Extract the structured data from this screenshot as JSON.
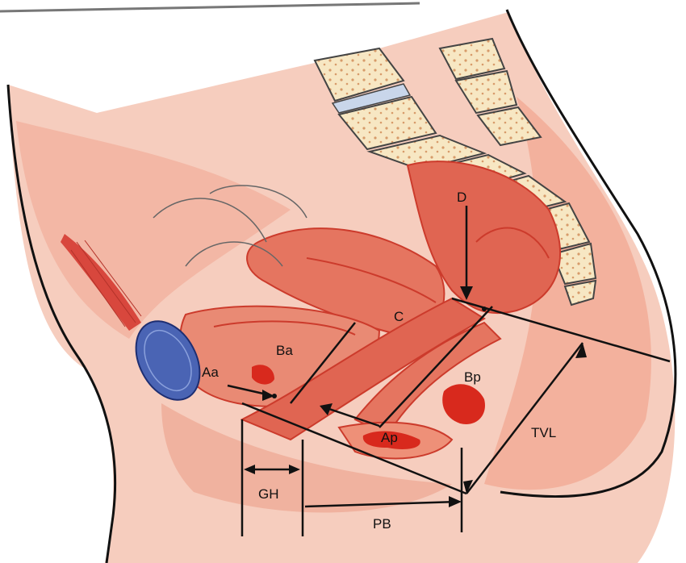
{
  "labels": {
    "D": "D",
    "C": "C",
    "Ba": "Ba",
    "Aa": "Aa",
    "Bp": "Bp",
    "Ap": "Ap",
    "TVL": "TVL",
    "GH": "GH",
    "PB": "PB"
  },
  "colors": {
    "background": "#ffffff",
    "skin": "#f6cdbe",
    "tissue": "#ee9078",
    "organ": "#e06552",
    "organ_dark": "#cc3b2c",
    "spot": "#d8291d",
    "bone": "#f7e7c3",
    "bone_dot": "#d79b6a",
    "disc": "#c9d6ea",
    "pubis": "#4a64b4",
    "muscle": "#d8473d",
    "outline": "#111111"
  }
}
